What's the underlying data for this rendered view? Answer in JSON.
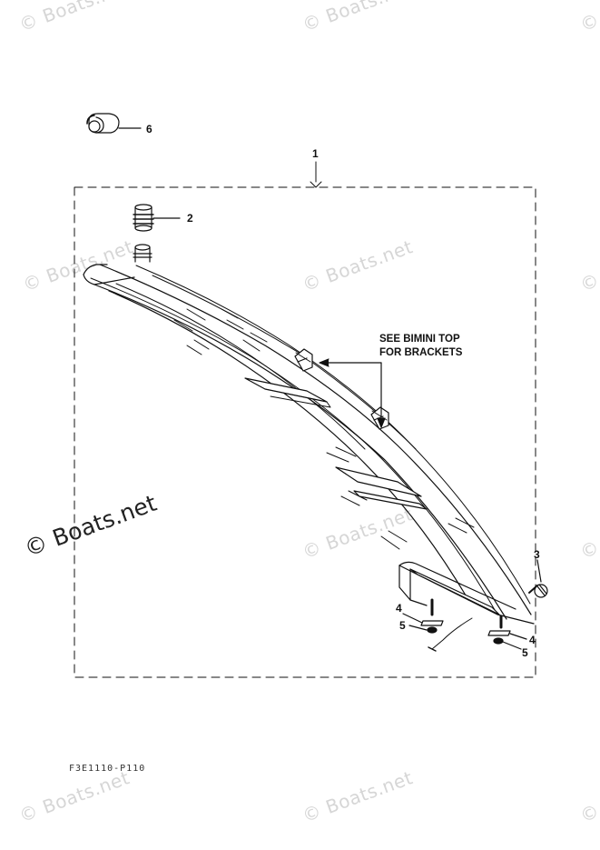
{
  "watermark": {
    "text": "© Boats.net"
  },
  "callouts": {
    "c1": "1",
    "c2": "2",
    "c3": "3",
    "c4a": "4",
    "c4b": "4",
    "c5a": "5",
    "c5b": "5",
    "c6": "6"
  },
  "note": {
    "line1": "SEE BIMINI TOP",
    "line2": "FOR BRACKETS"
  },
  "drawing_code": "F3E1110-P110"
}
